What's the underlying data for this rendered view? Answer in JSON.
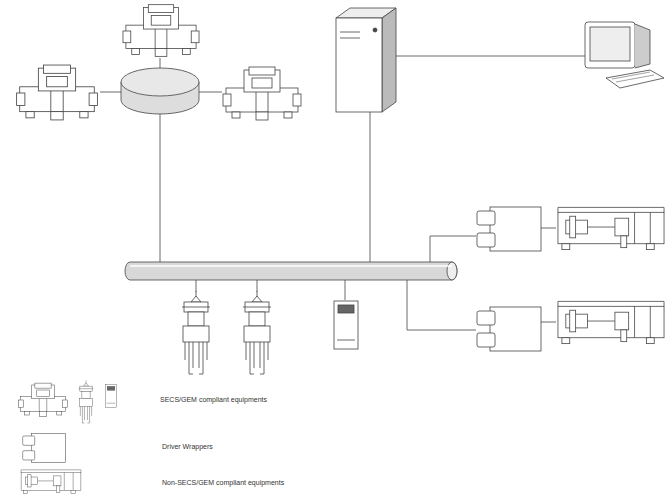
{
  "diagram": {
    "legend": [
      {
        "text": "SECS/GEM compliant equipments"
      },
      {
        "text": "Driver Wrappers"
      },
      {
        "text": "Non-SECS/GEM compliant equipments"
      }
    ]
  }
}
